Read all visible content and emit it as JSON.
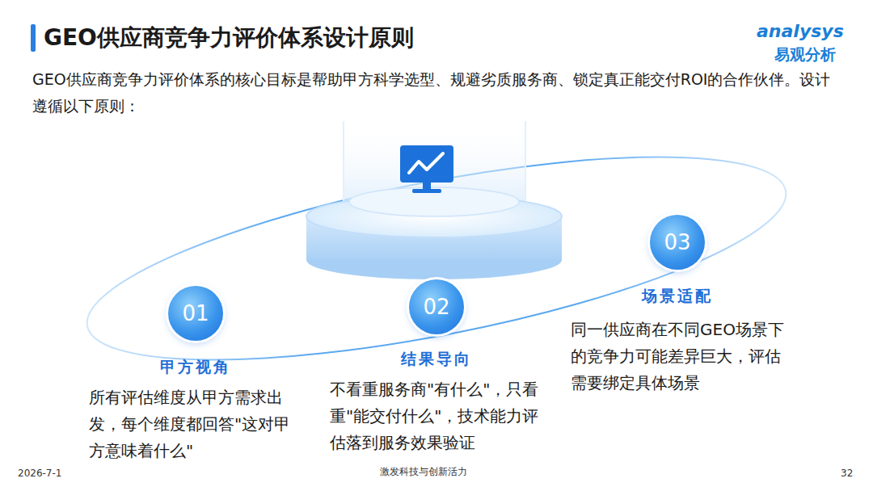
{
  "diagram": {
    "title": "GEO供应商竞争力评价体系设计原则",
    "nodes": [
      {
        "text": [
          "01",
          "甲方视角",
          "所有评估维度从甲方需求出发，每个维度都回答\"这对甲方意味着什么\""
        ]
      },
      {
        "text": [
          "02",
          "结果导向",
          "不看重服务商\"有什么\"，只看重\"能交付什么\"，技术能力评估落到服务效果验证"
        ]
      },
      {
        "text": [
          "03",
          "场景适配",
          "同一供应商在不同GEO场景下的竞争力可能差异巨大，评估需要绑定具体场景"
        ]
      }
    ],
    "labels": [
      "analysys",
      "易观分析",
      "GEO供应商竞争力评价体系的核心目标是帮助甲方科学选型、规避劣质服务商、锁定真正能交付ROI的合作伙伴。设计遵循以下原则：",
      "2026-7-1",
      "激发科技与创新活力",
      "32"
    ]
  }
}
